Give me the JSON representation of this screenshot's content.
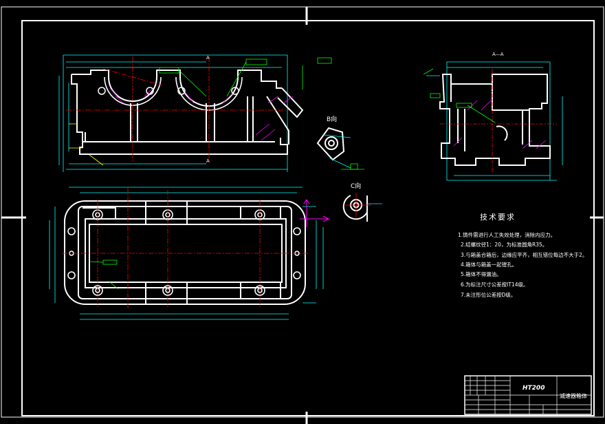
{
  "view_labels": {
    "section_aa": "A—A",
    "view_b": "B向",
    "view_c": "C向",
    "cut_a_top": "A",
    "cut_a_bottom": "A"
  },
  "tech_requirements": {
    "title": "技术要求",
    "items": [
      "1.铸件需进行人工失效处理，消除内应力。",
      "2.结螺纹径1：20，为标准圆角R35。",
      "3.与箱盖合箱后，边缘应平齐，相互错位每边不大于2。",
      "4.箱体与箱盖一起镗孔。",
      "5.箱体不得漏油。",
      "6.为标注尺寸公差按IT14级。",
      "7.未注形位公差按D级。"
    ]
  },
  "title_block": {
    "material": "HT200",
    "part_name": "减速器箱体"
  },
  "colors": {
    "background": "#000000",
    "outline": "#ffffff",
    "dimension": "#00ffff",
    "annotation": "#00ff00",
    "center_line": "#ff0000",
    "hatch": "#ff00ff",
    "leader": "#ffff00"
  }
}
